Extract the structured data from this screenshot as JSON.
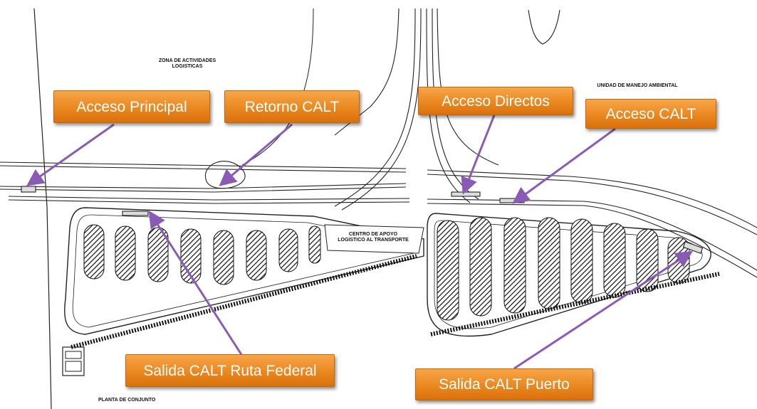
{
  "plan": {
    "zone_label": "ZONA DE ACTIVIDADES\nLOGISTICAS",
    "unit_label": "UNIDAD DE MANEJO AMBIENTAL",
    "center_label": "CENTRO DE APOYO\nLOGISTICO AL TRANSPORTE",
    "plant_label": "PLANTA DE CONJUNTO"
  },
  "callouts": {
    "acceso_principal": "Acceso Principal",
    "retorno_calt": "Retorno CALT",
    "acceso_directos": "Acceso Directos",
    "acceso_calt": "Acceso CALT",
    "salida_ruta_federal": "Salida CALT Ruta Federal",
    "salida_puerto": "Salida CALT Puerto"
  },
  "colors": {
    "callout_fill": "#e9851d",
    "callout_text": "#ffffff",
    "arrow": "#8a5bb5",
    "linework": "#222222"
  }
}
